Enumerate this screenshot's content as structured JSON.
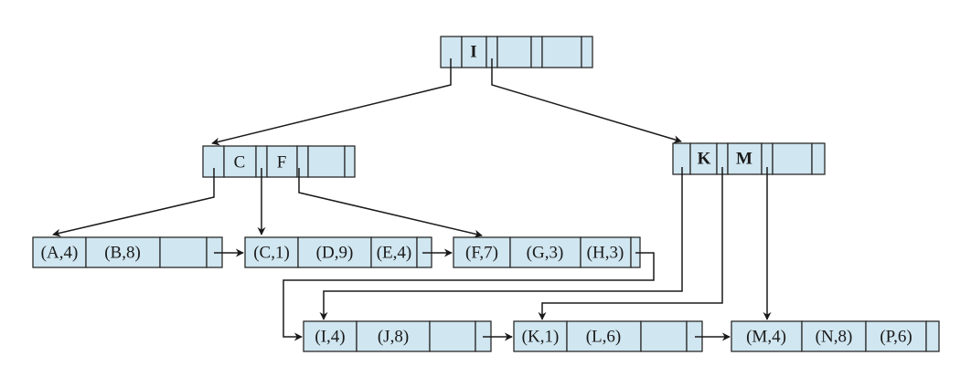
{
  "diagram": {
    "type": "B+ tree",
    "root": {
      "keys": [
        "I"
      ]
    },
    "internal_nodes": [
      {
        "id": "left-internal",
        "keys": [
          "C",
          "F"
        ]
      },
      {
        "id": "right-internal",
        "keys": [
          "K",
          "M"
        ]
      }
    ],
    "leaves": [
      {
        "id": "leaf-1",
        "entries": [
          "(A,4)",
          "(B,8)",
          ""
        ]
      },
      {
        "id": "leaf-2",
        "entries": [
          "(C,1)",
          "(D,9)",
          "(E,4)"
        ]
      },
      {
        "id": "leaf-3",
        "entries": [
          "(F,7)",
          "(G,3)",
          "(H,3)"
        ]
      },
      {
        "id": "leaf-4",
        "entries": [
          "(I,4)",
          "(J,8)",
          ""
        ]
      },
      {
        "id": "leaf-5",
        "entries": [
          "(K,1)",
          "(L,6)",
          ""
        ]
      },
      {
        "id": "leaf-6",
        "entries": [
          "(M,4)",
          "(N,8)",
          "(P,6)"
        ]
      }
    ],
    "colors": {
      "node_fill": "#d0e6f0",
      "stroke": "#2a2a2a"
    }
  }
}
